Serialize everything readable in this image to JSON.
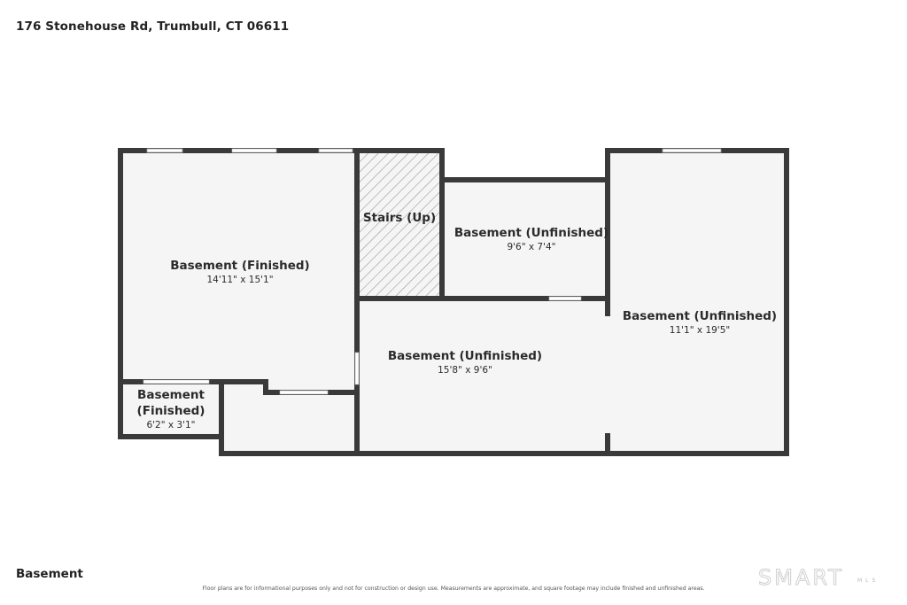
{
  "header": {
    "address": "176 Stonehouse Rd, Trumbull, CT 06611"
  },
  "floor": {
    "label": "Basement"
  },
  "rooms": {
    "finished_main": {
      "name": "Basement (Finished)",
      "dims": "14'11\" x 15'1\""
    },
    "stairs": {
      "name": "Stairs (Up)"
    },
    "unfinished_small": {
      "name": "Basement (Unfinished)",
      "dims": "9'6\" x 7'4\""
    },
    "unfinished_right": {
      "name": "Basement (Unfinished)",
      "dims": "11'1\" x 19'5\""
    },
    "unfinished_center": {
      "name": "Basement (Unfinished)",
      "dims": "15'8\" x 9'6\""
    },
    "finished_small": {
      "name_line1": "Basement",
      "name_line2": "(Finished)",
      "dims": "6'2\" x 3'1\""
    }
  },
  "footer": {
    "disclaimer": "Floor plans are for informational purposes only and not for construction or design use. Measurements are approximate, and square footage may include finished and unfinished areas.",
    "logo_text": "SMART",
    "logo_sub": "MLS"
  },
  "colors": {
    "wall": "#3a3a3a",
    "floor": "#f5f5f5",
    "window": "#ffffff"
  }
}
